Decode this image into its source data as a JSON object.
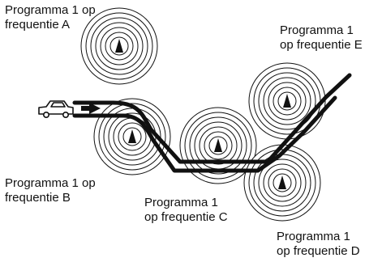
{
  "labels": {
    "a": [
      "Programma 1 op",
      "frequentie A"
    ],
    "b": [
      "Programma 1 op",
      "frequentie B"
    ],
    "c": [
      "Programma 1",
      "op frequentie C"
    ],
    "d": [
      "Programma 1",
      "op frequentie D"
    ],
    "e": [
      "Programma 1",
      "op frequentie E"
    ]
  },
  "transmitters": [
    "transmitter-a",
    "transmitter-b",
    "transmitter-c",
    "transmitter-d",
    "transmitter-e"
  ],
  "icons": [
    "car-icon",
    "direction-arrow-icon",
    "antenna-icon"
  ],
  "colors": {
    "ink": "#111111",
    "background": "#ffffff"
  }
}
